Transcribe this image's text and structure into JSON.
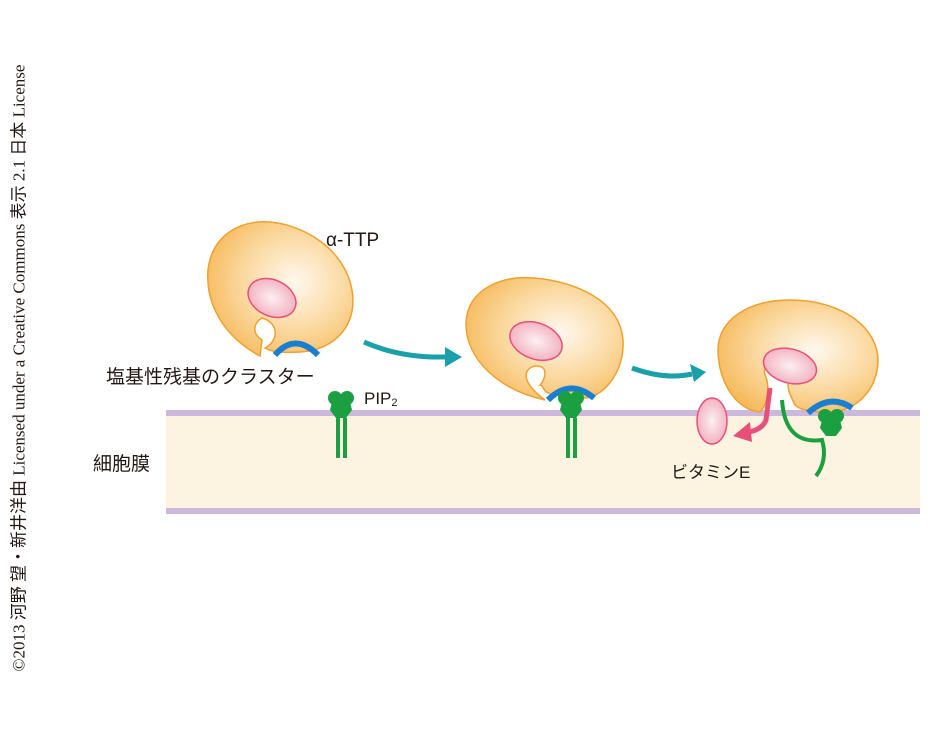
{
  "copyright": "©2013 河野 望・新井洋由 Licensed under a Creative Commons 表示 2.1 日本 License",
  "labels": {
    "protein": "α-TTP",
    "basic_cluster": "塩基性残基のクラスター",
    "pip2_main": "PIP",
    "pip2_sub": "2",
    "membrane": "細胞膜",
    "vitamin_e": "ビタミンE"
  },
  "colors": {
    "protein_fill_center": "#fff8ef",
    "protein_fill_edge": "#f6b95a",
    "protein_stroke": "#f0a030",
    "vitamin_fill_center": "#fbe3e8",
    "vitamin_fill_edge": "#f0a8b8",
    "vitamin_stroke": "#e8507a",
    "basic_cluster": "#1a7fd0",
    "pip2": "#1aa040",
    "membrane_band": "#cbb8da",
    "membrane_fill": "#fdf3e1",
    "arrow_step": "#1aa0a8",
    "arrow_release": "#e8507a",
    "arrow_pip2": "#1aa040"
  },
  "stages": [
    {
      "name": "free-protein",
      "bound_pip2": false,
      "vitamin_released": false
    },
    {
      "name": "membrane-bound",
      "bound_pip2": true,
      "vitamin_released": false
    },
    {
      "name": "vitamin-release",
      "bound_pip2": true,
      "vitamin_released": true
    }
  ]
}
